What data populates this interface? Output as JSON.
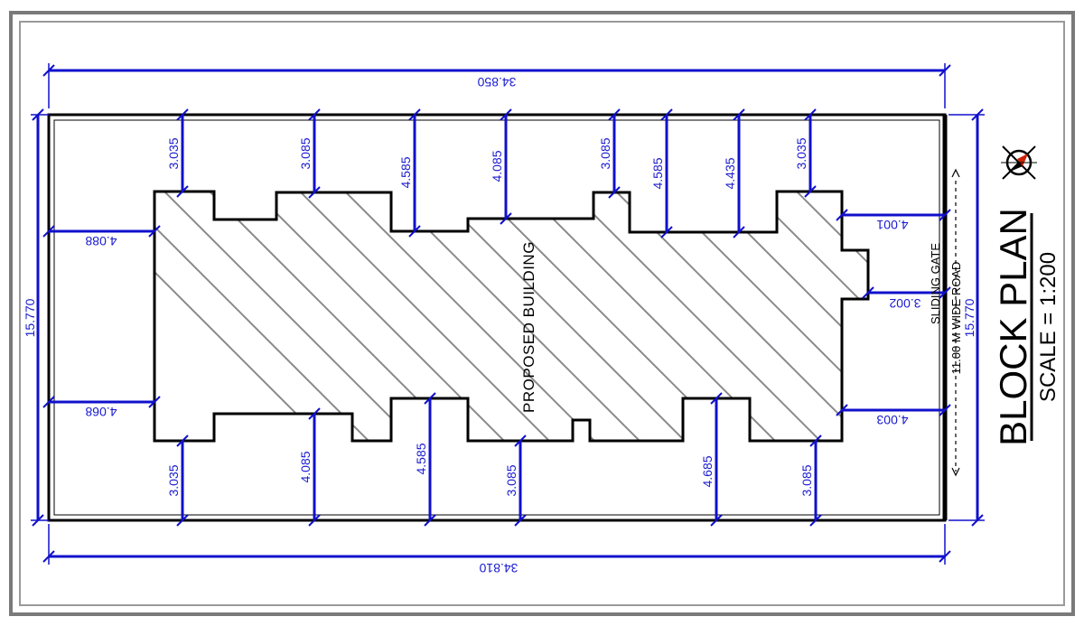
{
  "title": "BLOCK PLAN",
  "scale": "SCALE = 1:200",
  "building_label": "PROPOSED BUILDING",
  "road_label": "11.00 M WIDE ROAD",
  "gate_label": "SLIDING GATE",
  "colors": {
    "dimension": "#1010cc",
    "outline": "#000000",
    "hatch": "#8a8a8a",
    "border": "#7a7a7a"
  },
  "overall_dims": {
    "top_width": "34.850",
    "bottom_width": "34.810",
    "left_height": "15.770",
    "right_height": "15.770"
  },
  "top_setbacks": [
    "3.035",
    "3.085",
    "4.585",
    "4.085",
    "3.085",
    "4.585",
    "4.435",
    "3.035"
  ],
  "bottom_setbacks": [
    "3.035",
    "4.085",
    "4.585",
    "3.085",
    "4.685",
    "3.085"
  ],
  "left_setbacks": [
    "4.088",
    "4.068"
  ],
  "right_setbacks": [
    "4.001",
    "3.002",
    "4.003"
  ],
  "icons": [
    "north-arrow-icon"
  ]
}
